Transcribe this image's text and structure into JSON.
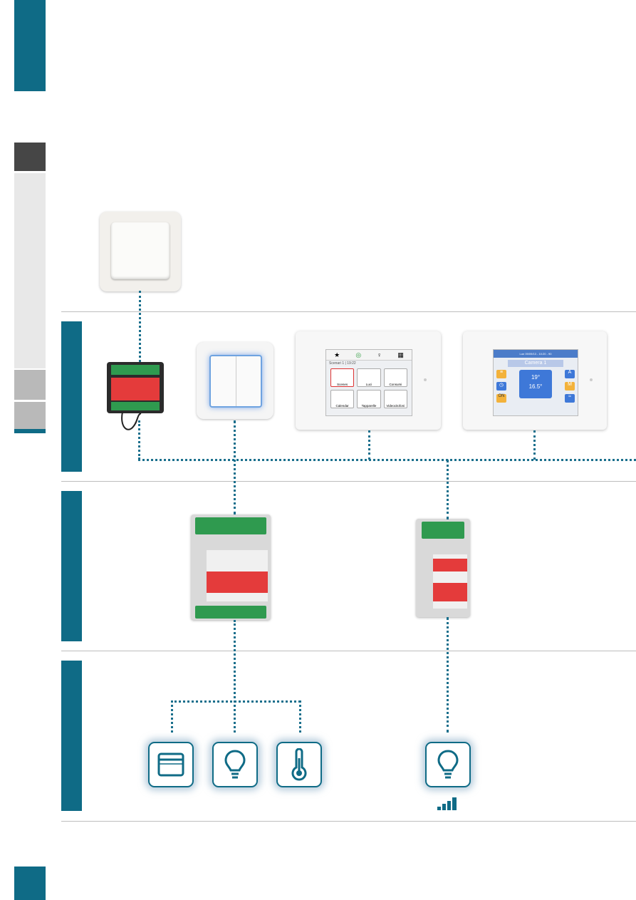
{
  "sidebar": {
    "accent_color": "#0f6b86",
    "tabs": [
      "top-tab",
      "dark-tab",
      "light-tab",
      "grey-tab-1",
      "grey-tab-2",
      "bottom-tab"
    ]
  },
  "row_bands": [
    "inputs",
    "controls",
    "actuators",
    "loads"
  ],
  "devices": {
    "touch_panel": {
      "screen_status": "Scenari 1 | 19:22",
      "tiles": [
        "Scenes",
        "Luci",
        "Consumi",
        "Calendar",
        "Tapparelle",
        "Videocitofoni"
      ]
    },
    "thermostat_panel": {
      "header": "Lun 09/09/13 - 10:20 - 90",
      "zone_label": "Camera 1",
      "set_temp": "19°",
      "measured_temp": "16.5°",
      "left_buttons": [
        "≡",
        "◷",
        "ON"
      ],
      "right_buttons": [
        "A",
        "M",
        "≈"
      ]
    }
  },
  "loads": {
    "icons": [
      "shutter-icon",
      "bulb-icon",
      "thermometer-icon",
      "dimmable-bulb-icon"
    ],
    "dim_indicator": "signal-bars-icon"
  }
}
